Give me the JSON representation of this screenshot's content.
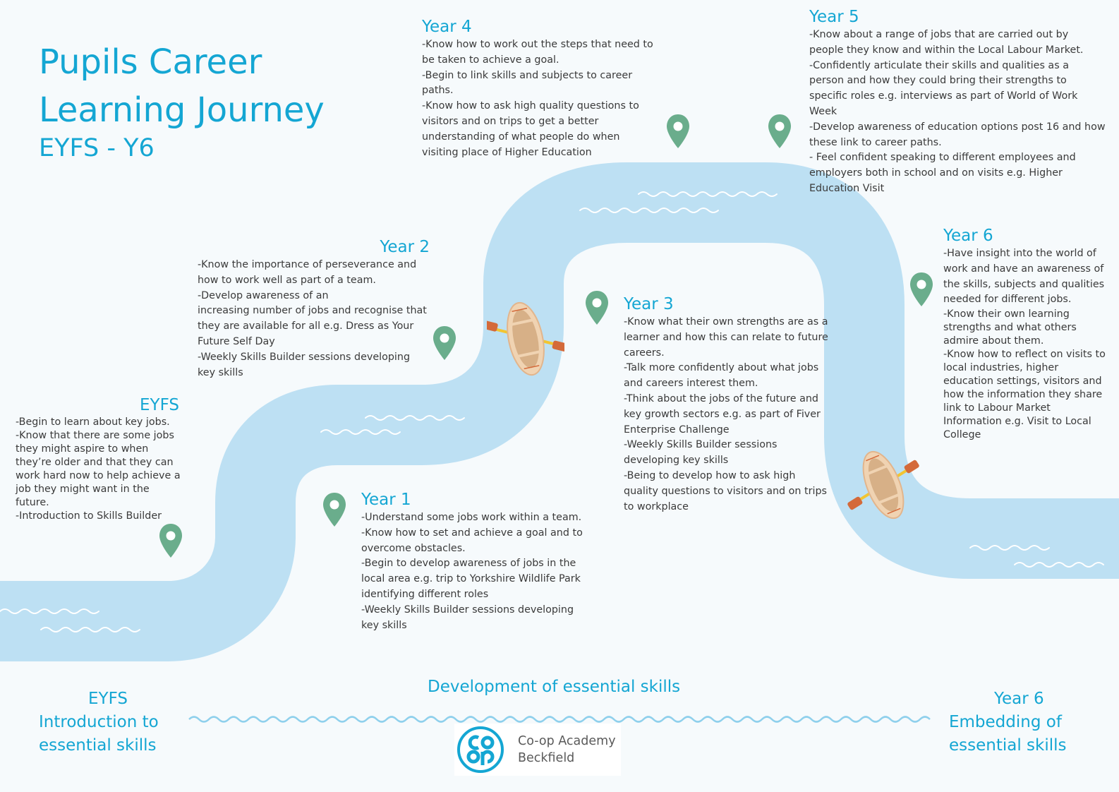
{
  "header": {
    "title_line1": "Pupils Career",
    "title_line2": "Learning Journey",
    "subtitle": "EYFS - Y6"
  },
  "colors": {
    "accent": "#14a6d3",
    "river": "#bde0f3",
    "pin": "#6aad8c",
    "text": "#3a3a3a"
  },
  "stages": {
    "eyfs": {
      "heading": "EYFS",
      "items": [
        "-Begin to learn about key jobs.",
        "-Know that there are some jobs they might aspire to when they’re older and that they can work hard now to help achieve a job they might want in the future.",
        "-Introduction to Skills Builder"
      ]
    },
    "year1": {
      "heading": "Year 1",
      "items": [
        "-Understand some jobs work within a team.",
        "-Know how to set and achieve a goal and to overcome obstacles.",
        "-Begin to develop awareness of jobs in the local area e.g. trip to Yorkshire Wildlife Park identifying different roles",
        "-Weekly Skills Builder sessions developing key skills"
      ]
    },
    "year2": {
      "heading": "Year 2",
      "items": [
        "-Know the importance of perseverance and how to work well as part of a team.",
        "-Develop awareness of an",
        "increasing number of jobs and recognise that they are available for all e.g. Dress as Your Future Self Day",
        "-Weekly Skills Builder sessions developing key skills"
      ]
    },
    "year3": {
      "heading": "Year 3",
      "items": [
        "-Know what their own strengths are as a learner and how this can relate to future careers.",
        "-Talk more confidently about what jobs and careers interest them.",
        "-Think about the jobs of the future and key growth sectors e.g. as part of Fiver Enterprise Challenge",
        "-Weekly Skills Builder sessions developing key skills",
        "-Being to develop how to ask high quality questions to visitors and on trips to workplace"
      ]
    },
    "year4": {
      "heading": "Year 4",
      "items": [
        "-Know how to work out the steps that need to be taken to achieve a goal.",
        "-Begin to link skills and subjects to career paths.",
        "-Know how to ask high quality questions to visitors and on trips to get a better understanding of what people do when visiting place of Higher Education"
      ]
    },
    "year5": {
      "heading": "Year 5",
      "items": [
        "-Know about a range of jobs that are carried out by people they know and within the Local Labour Market.",
        "-Confidently articulate their skills and qualities as a person and how they could bring their strengths to specific roles e.g. interviews as part of World of Work Week",
        "-Develop awareness of education options post 16 and how these link to career paths.",
        "- Feel confident speaking to different employees and employers both in school and on visits e.g. Higher Education Visit"
      ]
    },
    "year6": {
      "heading": "Year 6",
      "items": [
        "-Have insight into the world of work and have an awareness of the skills, subjects and qualities needed for different jobs.",
        "-Know their own learning strengths and what others admire about them.",
        "-Know how to reflect on visits to local industries, higher education settings, visitors and how the information they share link to Labour Market Information e.g. Visit to Local College"
      ]
    }
  },
  "footer": {
    "left_heading": "EYFS",
    "left_line1": "Introduction to",
    "left_line2": "essential skills",
    "center": "Development of essential skills",
    "right_heading": "Year 6",
    "right_line1": "Embedding of",
    "right_line2": "essential skills"
  },
  "logo": {
    "line1": "Co-op Academy",
    "line2": "Beckfield"
  },
  "icons": [
    "map-pin-icon",
    "rowing-boat-icon",
    "wave-line-icon",
    "coop-logo-icon"
  ]
}
